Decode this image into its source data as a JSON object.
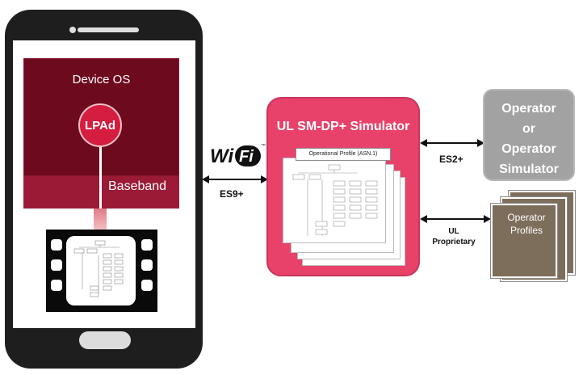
{
  "device": {
    "os_label": "Device OS",
    "lpad_label": "LPAd",
    "baseband_label": "Baseband"
  },
  "connections": {
    "es9_label": "ES9+",
    "es2_label": "ES2+",
    "ul_proprietary_label_line1": "UL",
    "ul_proprietary_label_line2": "Proprietary",
    "wifi_logo": {
      "wi": "Wi",
      "fi": "Fi",
      "mark": "™"
    }
  },
  "simulator": {
    "title": "UL SM-DP+ Simulator",
    "doc_title": "Operational Profile (ASN.1)",
    "color": "#e8416a"
  },
  "operator": {
    "label_lines": [
      "Operator",
      "or",
      "Operator",
      "Simulator"
    ],
    "color": "#a2a2a2"
  },
  "profiles": {
    "label_lines": [
      "Operator",
      "Profiles"
    ],
    "color": "#7d6e5b"
  },
  "colors": {
    "device_os": "#6e0a1e",
    "baseband": "#9b1a35",
    "lpad": "#d41d3f"
  }
}
